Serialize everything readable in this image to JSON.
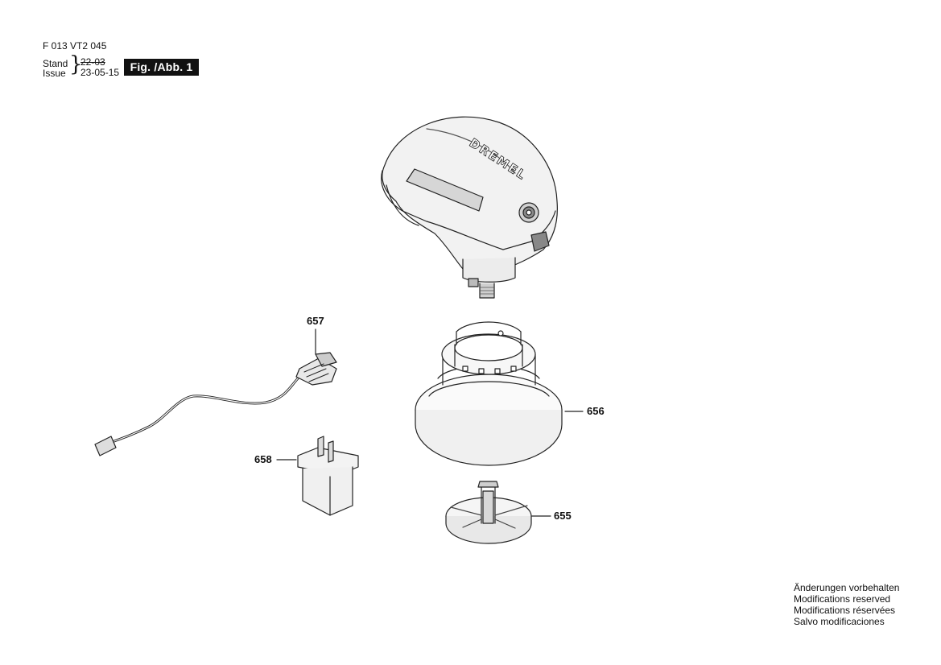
{
  "header": {
    "code": "F 013 VT2 045",
    "stand_label": "Stand",
    "issue_label": "Issue",
    "date_old": "22-03",
    "date_new": "23-05-15",
    "fig_label": "Fig. /Abb. 1"
  },
  "parts": [
    {
      "number": "657",
      "item": "usb-charging-cable"
    },
    {
      "number": "658",
      "item": "power-adapter"
    },
    {
      "number": "656",
      "item": "charging-base-cover"
    },
    {
      "number": "655",
      "item": "base-plate"
    }
  ],
  "brand_text": "DREMEL",
  "notes": [
    "Änderungen vorbehalten",
    "Modifications reserved",
    "Modifications réservées",
    "Salvo modificaciones"
  ]
}
